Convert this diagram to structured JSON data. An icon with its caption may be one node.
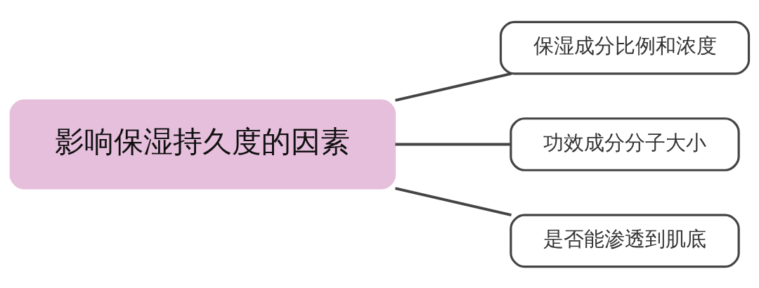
{
  "diagram": {
    "nodes": [
      {
        "text": [
          "影响保湿持久度的因素"
        ]
      },
      {
        "text": [
          "保湿成分比例和浓度"
        ]
      },
      {
        "text": [
          "功效成分分子大小"
        ]
      },
      {
        "text": [
          "是否能渗透到肌底"
        ]
      }
    ],
    "edges": [
      {
        "from": 0,
        "to": 1,
        "arrow": "none"
      },
      {
        "from": 0,
        "to": 2,
        "arrow": "none"
      },
      {
        "from": 0,
        "to": 3,
        "arrow": "none"
      }
    ]
  }
}
